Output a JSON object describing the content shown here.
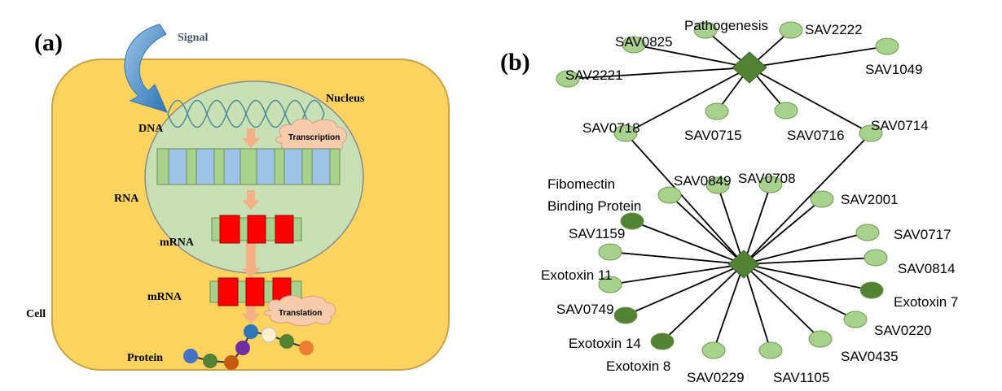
{
  "panel_a": {
    "label": "(a)",
    "signal": "Signal",
    "nucleus": "Nucleus",
    "dna": "DNA",
    "transcription": "Transcription",
    "rna": "RNA",
    "mrna_inner": "mRNA",
    "mrna_outer": "mRNA",
    "translation": "Translation",
    "cell": "Cell",
    "protein": "Protein",
    "colors": {
      "cell_fill": "#fdd35f",
      "nucleus_fill": "#c8e0b4",
      "rna_blue": "#9dc3e6",
      "rna_green": "#a9d18e",
      "mrna_red": "#ff0000",
      "cloud": "#f8cbad",
      "arrow": "#f4b183",
      "signal_arrow": "#5b9bd5"
    },
    "protein_bead_colors": [
      "#4472c4",
      "#548235",
      "#c55a11",
      "#7030a0",
      "#2e75b6",
      "#fff2cc",
      "#548235",
      "#ed7d31"
    ]
  },
  "panel_b": {
    "label": "(b)",
    "hub_nodes": [
      {
        "id": "hub-top"
      },
      {
        "id": "hub-bottom"
      }
    ],
    "nodes": [
      {
        "label": "Pathogenesis",
        "shade": "light"
      },
      {
        "label": "SAV2222",
        "shade": "light"
      },
      {
        "label": "SAV0825",
        "shade": "light"
      },
      {
        "label": "SAV1049",
        "shade": "light"
      },
      {
        "label": "SAV2221",
        "shade": "light"
      },
      {
        "label": "SAV0718",
        "shade": "light"
      },
      {
        "label": "SAV0715",
        "shade": "light"
      },
      {
        "label": "SAV0716",
        "shade": "light"
      },
      {
        "label": "SAV0714",
        "shade": "light"
      },
      {
        "label": "SAV0849",
        "shade": "light"
      },
      {
        "label": "SAV0708",
        "shade": "light"
      },
      {
        "label": "SAV2001",
        "shade": "light"
      },
      {
        "label": "Fibomectin",
        "shade": "light"
      },
      {
        "label": "Binding Protein",
        "shade": "dark"
      },
      {
        "label": "SAV1159",
        "shade": "light"
      },
      {
        "label": "SAV0717",
        "shade": "light"
      },
      {
        "label": "SAV0814",
        "shade": "light"
      },
      {
        "label": "Exotoxin 11",
        "shade": "light"
      },
      {
        "label": "Exotoxin 7",
        "shade": "dark"
      },
      {
        "label": "SAV0749",
        "shade": "dark"
      },
      {
        "label": "SAV0220",
        "shade": "light"
      },
      {
        "label": "Exotoxin 14",
        "shade": "dark"
      },
      {
        "label": "SAV0435",
        "shade": "light"
      },
      {
        "label": "Exotoxin 8",
        "shade": "light"
      },
      {
        "label": "SAV0229",
        "shade": "light"
      },
      {
        "label": "SAV1105",
        "shade": "light"
      }
    ],
    "colors": {
      "light_node": "#a9d18e",
      "dark_node": "#548235",
      "hub": "#548235",
      "edge": "#000000"
    }
  }
}
